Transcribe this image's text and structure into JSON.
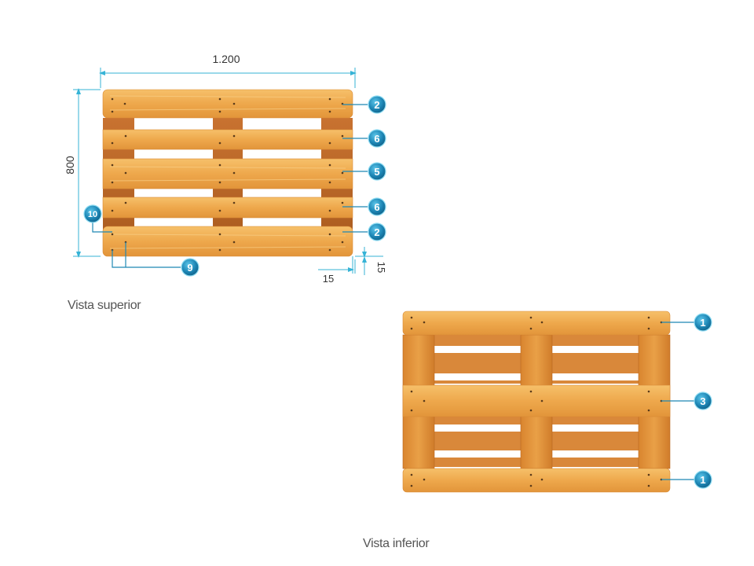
{
  "top_view": {
    "caption": "Vista superior",
    "dim_width": "1.200",
    "dim_height": "800",
    "dim_edge_h": "15",
    "dim_edge_v": "15",
    "callouts": [
      "2",
      "6",
      "5",
      "6",
      "2",
      "10",
      "9"
    ]
  },
  "bottom_view": {
    "caption": "Vista inferior",
    "callouts": [
      "1",
      "3",
      "1"
    ]
  },
  "colors": {
    "wood_light": "#f3b457",
    "wood_mid": "#e5983c",
    "wood_dark": "#c8752a",
    "wood_shadow": "#a85a1c",
    "dimension_line": "#36b3d6",
    "callout_fill": "#1f88b4",
    "callout_stroke": "#4fc3e6",
    "leader_line": "#1f88b4",
    "text": "#333333"
  }
}
